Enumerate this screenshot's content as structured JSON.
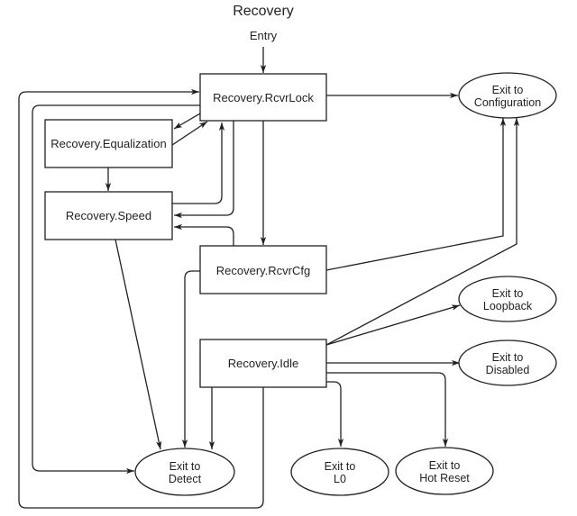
{
  "title": "Recovery",
  "entry_label": "Entry",
  "states": {
    "rcvrlock": "Recovery.RcvrLock",
    "equalization": "Recovery.Equalization",
    "speed": "Recovery.Speed",
    "rcvrcfg": "Recovery.RcvrCfg",
    "idle": "Recovery.Idle"
  },
  "exits": {
    "configuration": [
      "Exit to",
      "Configuration"
    ],
    "loopback": [
      "Exit to",
      "Loopback"
    ],
    "disabled": [
      "Exit to",
      "Disabled"
    ],
    "detect": [
      "Exit to",
      "Detect"
    ],
    "l0": [
      "Exit to",
      "L0"
    ],
    "hot_reset": [
      "Exit to",
      "Hot Reset"
    ]
  },
  "transitions": [
    {
      "from": "Entry",
      "to": "Recovery.RcvrLock"
    },
    {
      "from": "Recovery.RcvrLock",
      "to": "Exit to Configuration"
    },
    {
      "from": "Recovery.RcvrLock",
      "to": "Recovery.Equalization"
    },
    {
      "from": "Recovery.Equalization",
      "to": "Recovery.RcvrLock"
    },
    {
      "from": "Recovery.Equalization",
      "to": "Recovery.Speed"
    },
    {
      "from": "Recovery.Speed",
      "to": "Recovery.RcvrLock"
    },
    {
      "from": "Recovery.RcvrLock",
      "to": "Recovery.Speed"
    },
    {
      "from": "Recovery.RcvrCfg",
      "to": "Recovery.Speed"
    },
    {
      "from": "Recovery.RcvrLock",
      "to": "Recovery.RcvrCfg"
    },
    {
      "from": "Recovery.RcvrLock",
      "to": "Exit to Detect"
    },
    {
      "from": "Recovery.Speed",
      "to": "Exit to Detect"
    },
    {
      "from": "Recovery.RcvrCfg",
      "to": "Exit to Detect"
    },
    {
      "from": "Recovery.RcvrCfg",
      "to": "Exit to Configuration"
    },
    {
      "from": "Recovery.RcvrCfg",
      "to": "Recovery.Idle"
    },
    {
      "from": "Recovery.Idle",
      "to": "Exit to Configuration"
    },
    {
      "from": "Recovery.Idle",
      "to": "Exit to Loopback"
    },
    {
      "from": "Recovery.Idle",
      "to": "Exit to Disabled"
    },
    {
      "from": "Recovery.Idle",
      "to": "Exit to Detect"
    },
    {
      "from": "Recovery.Idle",
      "to": "Exit to L0"
    },
    {
      "from": "Recovery.Idle",
      "to": "Exit to Hot Reset"
    },
    {
      "from": "Recovery.Idle",
      "to": "Recovery.RcvrLock"
    }
  ]
}
